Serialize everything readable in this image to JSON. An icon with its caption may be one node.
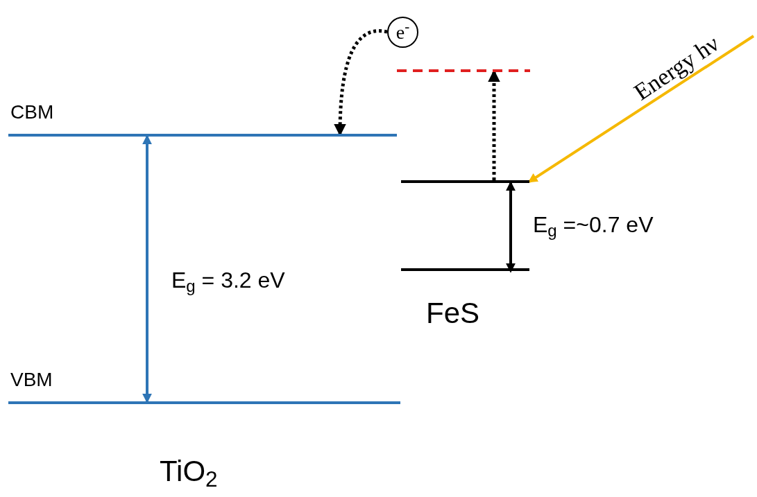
{
  "diagram": {
    "nodes": [
      {
        "text": [
          "CBM"
        ]
      },
      {
        "text": [
          "VBM"
        ]
      },
      {
        "text": [],
        "shape": "line"
      },
      {
        "text": [],
        "shape": "bar"
      },
      {
        "text": [],
        "shape": "bar"
      },
      {
        "text": [
          "e$^{-}$"
        ]
      }
    ],
    "edges": [
      {
        "from": 0,
        "to": 1,
        "arrow": "both",
        "label": "E$_{g}$ = 3.2 eV",
        "color": "#2e75b6"
      },
      {
        "from": 4,
        "to": 3,
        "arrow": "both",
        "label": "E$_{g}$ =~0.7 eV"
      },
      {
        "from": 3,
        "to": 2,
        "arrow": "to",
        "style": "dashed"
      },
      {
        "from": 5,
        "to": 0,
        "arrow": "to",
        "style": "dashed"
      },
      {
        "from": null,
        "to": 3,
        "arrow": "to",
        "label": "Energy hν",
        "color": "#f5b800"
      }
    ],
    "labels": [
      "FeS",
      "TiO$_{2}$"
    ]
  }
}
